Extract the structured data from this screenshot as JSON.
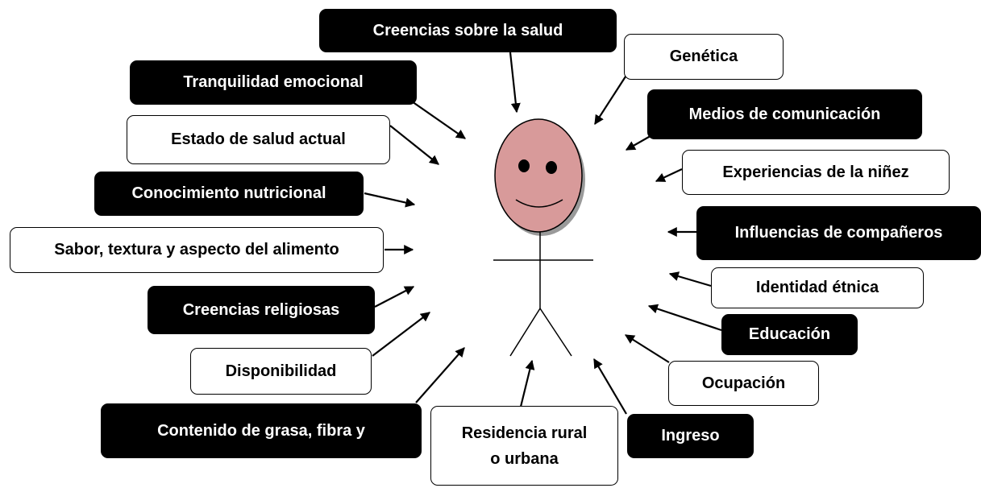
{
  "diagram": {
    "figure": {
      "face_color": "#d89a9a"
    },
    "factors": [
      {
        "id": "creencias-salud",
        "label": "Creencias sobre la salud",
        "style": "dark"
      },
      {
        "id": "genetica",
        "label": "Genética",
        "style": "light"
      },
      {
        "id": "tranquilidad",
        "label": "Tranquilidad emocional",
        "style": "dark"
      },
      {
        "id": "medios",
        "label": "Medios de comunicación",
        "style": "dark"
      },
      {
        "id": "estado-salud",
        "label": "Estado de salud actual",
        "style": "light"
      },
      {
        "id": "experiencias",
        "label": "Experiencias de la niñez",
        "style": "light"
      },
      {
        "id": "conocimiento",
        "label": "Conocimiento nutricional",
        "style": "dark"
      },
      {
        "id": "influencias",
        "label": "Influencias de compañeros",
        "style": "dark"
      },
      {
        "id": "sabor",
        "label": "Sabor, textura y aspecto del alimento",
        "style": "light"
      },
      {
        "id": "identidad",
        "label": "Identidad étnica",
        "style": "light"
      },
      {
        "id": "religiosas",
        "label": "Creencias religiosas",
        "style": "dark"
      },
      {
        "id": "educacion",
        "label": "Educación",
        "style": "dark"
      },
      {
        "id": "disponibilidad",
        "label": "Disponibilidad",
        "style": "light"
      },
      {
        "id": "ocupacion",
        "label": "Ocupación",
        "style": "light"
      },
      {
        "id": "contenido",
        "label": "Contenido de grasa, fibra y",
        "style": "dark"
      },
      {
        "id": "residencia",
        "label": "Residencia rural\no urbana",
        "style": "light"
      },
      {
        "id": "ingreso",
        "label": "Ingreso",
        "style": "dark"
      }
    ]
  }
}
